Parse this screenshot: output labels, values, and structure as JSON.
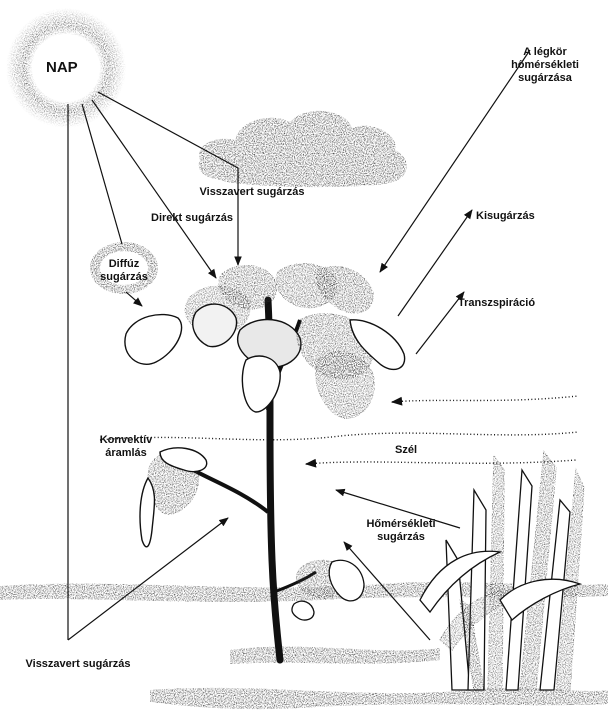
{
  "sun": {
    "label": "NAP"
  },
  "labels": {
    "atmosphere_line1": "A légkör",
    "atmosphere_line2": "hőmérsékleti",
    "atmosphere_line3": "sugárzása",
    "reflected_top": "Visszavert sugárzás",
    "direct": "Direkt sugárzás",
    "diffuse_line1": "Diffúz",
    "diffuse_line2": "sugárzás",
    "emission": "Kisugárzás",
    "transpiration": "Transzspiráció",
    "convective_line1": "Konvektív",
    "convective_line2": "áramlás",
    "wind": "Szél",
    "thermal_line1": "Hőmérsékleti",
    "thermal_line2": "sugárzás",
    "reflected_bottom": "Visszavert sugárzás"
  },
  "colors": {
    "ink": "#111111",
    "paper": "#ffffff",
    "stipple": "#3a3a3a"
  }
}
